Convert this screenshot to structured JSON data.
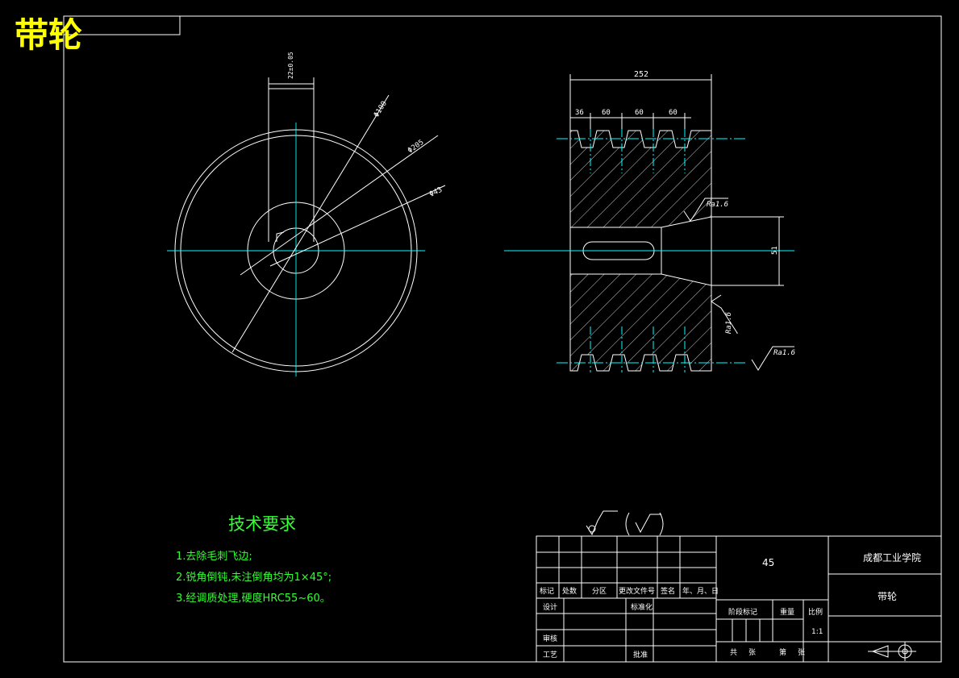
{
  "drawing_title": "带轮",
  "tech_requirements": {
    "heading": "技术要求",
    "items": [
      "1.去除毛刺飞边;",
      "2.锐角倒钝,未注倒角均为1×45°;",
      "3.经调质处理,硬度HRC55~60。"
    ]
  },
  "dimensions": {
    "keyway_width": "22±0.05",
    "dia_outer": "Φ100",
    "dia_pitch": "Φ205",
    "dia_bore": "Φ43",
    "overall_width": "252",
    "groove_1": "36",
    "groove_2": "60",
    "groove_3": "60",
    "groove_4": "60",
    "bore_height": "51",
    "roughness_1": "Ra1.6",
    "roughness_2": "Ra1.6",
    "roughness_3": "Ra1.6"
  },
  "title_block": {
    "material": "45",
    "school": "成都工业学院",
    "part_name": "带轮",
    "header_cells": [
      "标记",
      "处数",
      "分区",
      "更改文件号",
      "签名",
      "年、月、日"
    ],
    "design": "设计",
    "standard": "标准化",
    "review": "审核",
    "process": "工艺",
    "approve": "批准",
    "stage_mark": "阶段标记",
    "weight": "重量",
    "scale_label": "比例",
    "scale_value": "1:1",
    "sheets_total": "共",
    "sheets_unit1": "张",
    "sheet_no": "第",
    "sheets_unit2": "张"
  },
  "colors": {
    "background": "#000000",
    "line": "#ffffff",
    "center": "#00ffff",
    "title": "#ffff00",
    "tech": "#33ff33"
  }
}
